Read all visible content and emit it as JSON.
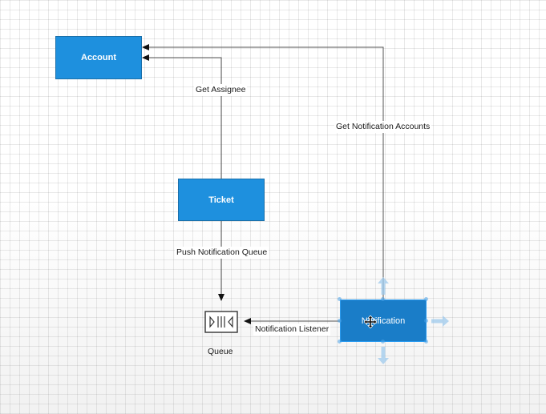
{
  "nodes": {
    "account": "Account",
    "ticket": "Ticket",
    "notification": "Notification",
    "queue": "Queue"
  },
  "edges": {
    "get_assignee": "Get Assignee",
    "get_notification_accounts": "Get Notification Accounts",
    "push_notification_queue": "Push Notification Queue",
    "notification_listener": "Notification Listener"
  },
  "colors": {
    "node_fill": "#1e90de",
    "selected_node_fill": "#1a7dc8",
    "connector": "#555555",
    "selection_handle": "#4aa3e8"
  },
  "icons": {
    "queue": "queue-icon",
    "cursor": "move-cursor-icon"
  },
  "selection": {
    "selected_node": "notification"
  }
}
